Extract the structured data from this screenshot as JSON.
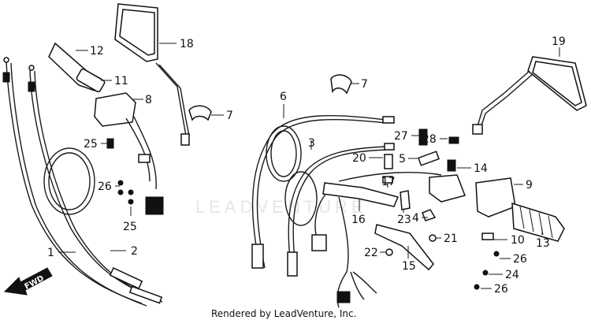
{
  "watermark": "LEADVENTURE",
  "credit": "Rendered by LeadVenture, Inc.",
  "fwd_label": "FWD",
  "callouts": [
    "1",
    "2",
    "3",
    "4",
    "5",
    "6",
    "7",
    "7",
    "8",
    "9",
    "10",
    "11",
    "12",
    "13",
    "14",
    "15",
    "16",
    "17",
    "18",
    "19",
    "20",
    "21",
    "22",
    "23",
    "24",
    "25",
    "25",
    "26",
    "26",
    "26",
    "27",
    "28"
  ]
}
